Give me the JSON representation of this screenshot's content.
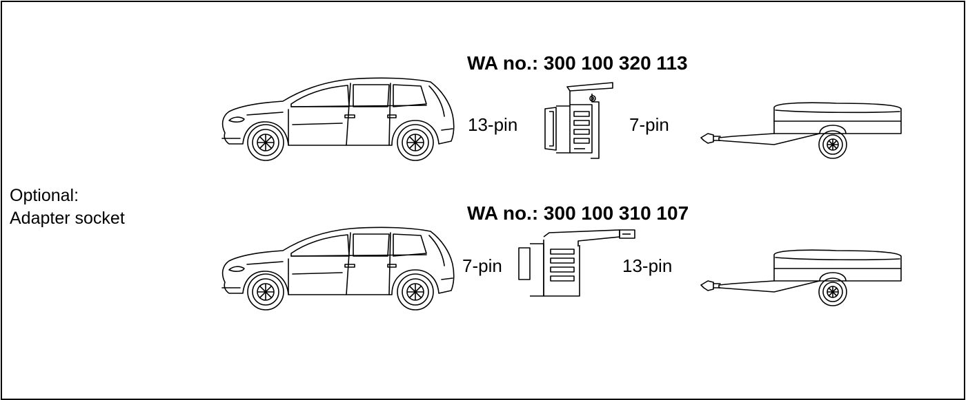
{
  "sidebar_label": {
    "line1": "Optional:",
    "line2": "Adapter socket"
  },
  "rows": [
    {
      "wa_number": "WA no.: 300 100 320 113",
      "left_pin": "13-pin",
      "right_pin": "7-pin"
    },
    {
      "wa_number": "WA no.: 300 100 310 107",
      "left_pin": "7-pin",
      "right_pin": "13-pin"
    }
  ],
  "icons": [
    "car-icon",
    "adapter-13-to-7-icon",
    "adapter-7-to-13-icon",
    "trailer-icon"
  ]
}
